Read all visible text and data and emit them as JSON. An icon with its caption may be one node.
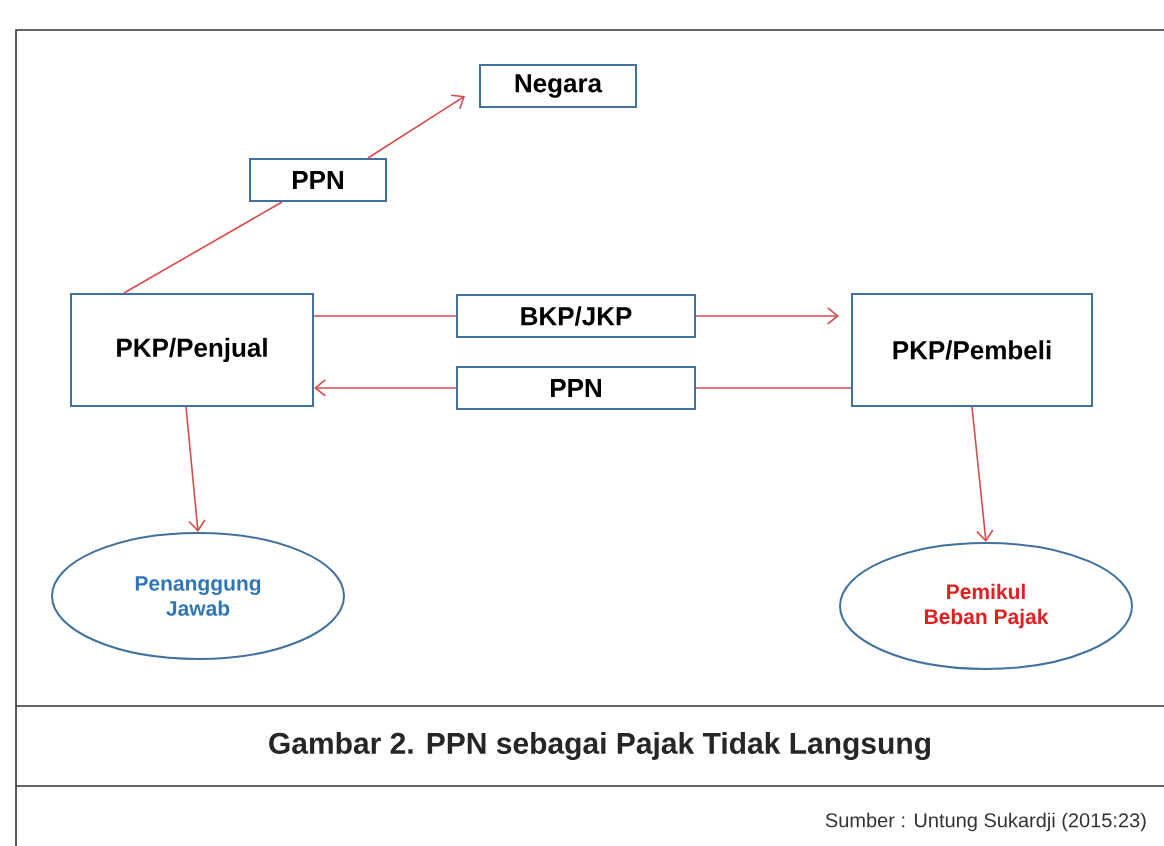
{
  "diagram": {
    "caption": "Gambar 2. PPN sebagai Pajak Tidak Langsung",
    "nodes": [
      {
        "text": [
          "Negara"
        ]
      },
      {
        "text": [
          "PKP/Penjual"
        ]
      },
      {
        "text": [
          "PKP/Pembeli"
        ]
      },
      {
        "text": [
          "Penanggung Jawab"
        ]
      },
      {
        "text": [
          "Pemikul Beban Pajak"
        ]
      },
      {
        "text": [
          "PPN"
        ]
      },
      {
        "text": [
          "BKP/JKP"
        ]
      },
      {
        "text": [
          "PPN"
        ]
      }
    ],
    "edges": [
      {
        "from": 1,
        "to": 5,
        "arrow": "none"
      },
      {
        "from": 5,
        "to": 0,
        "arrow": "to"
      },
      {
        "from": 1,
        "to": 6,
        "arrow": "none"
      },
      {
        "from": 6,
        "to": 2,
        "arrow": "to"
      },
      {
        "from": 2,
        "to": 7,
        "arrow": "none"
      },
      {
        "from": 7,
        "to": 1,
        "arrow": "to"
      },
      {
        "from": 1,
        "to": 3,
        "arrow": "to"
      },
      {
        "from": 2,
        "to": 4,
        "arrow": "to"
      }
    ],
    "labels": [
      "Sumber : Untung Sukardji (2015:23)"
    ]
  }
}
